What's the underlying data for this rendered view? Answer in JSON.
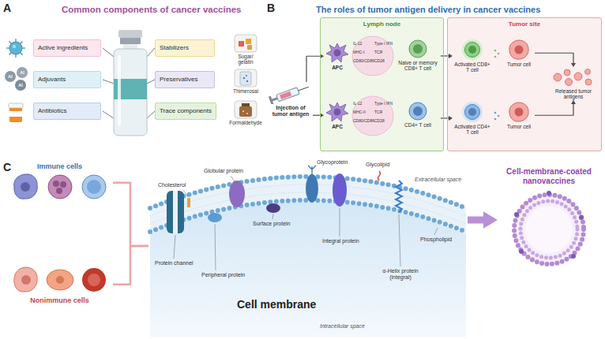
{
  "diagram": {
    "nodes": [
      {
        "text": [
          "Active ingredients"
        ]
      },
      {
        "text": [
          "Adjuvants"
        ]
      },
      {
        "text": [
          "Antibiotics"
        ]
      },
      {
        "text": [
          "Stabilizers"
        ]
      },
      {
        "text": [
          "Preservatives"
        ]
      },
      {
        "text": [
          "Trace components"
        ]
      },
      {
        "text": [
          "Lymph node"
        ]
      },
      {
        "text": [
          "APC"
        ],
        "in": 6
      },
      {
        "text": [
          "Naive or memory CD8+ T cell"
        ],
        "in": 6
      },
      {
        "text": [
          "APC"
        ],
        "in": 6
      },
      {
        "text": [
          "CD4+ T cell"
        ],
        "in": 6
      },
      {
        "text": [
          "Tumor site"
        ]
      },
      {
        "text": [
          "Activated CD8+ T cell"
        ],
        "in": 11
      },
      {
        "text": [
          "Tumor cell"
        ],
        "in": 11
      },
      {
        "text": [
          "Activated CD4+ T cell"
        ],
        "in": 11
      },
      {
        "text": [
          "Tumor cell"
        ],
        "in": 11
      },
      {
        "text": [
          "Released tumor antigens"
        ],
        "in": 11
      },
      {
        "text": [
          "Injection of tumor antigen"
        ]
      },
      {
        "text": [
          "Immune cells"
        ]
      },
      {
        "text": [
          "Nonimmune cells"
        ]
      },
      {
        "text": [
          "Cell membrane"
        ]
      },
      {
        "text": [
          "Cell-membrane-coated nanovaccines"
        ]
      }
    ],
    "edges": [
      {
        "from": 17,
        "to": 7,
        "arrow": "to"
      },
      {
        "from": 17,
        "to": 9,
        "arrow": "to"
      },
      {
        "from": 8,
        "to": 12,
        "arrow": "to"
      },
      {
        "from": 10,
        "to": 14,
        "arrow": "to"
      },
      {
        "from": 13,
        "to": 16,
        "arrow": "to"
      },
      {
        "from": 15,
        "to": 16,
        "arrow": "to"
      },
      {
        "from": 18,
        "to": 20,
        "arrow": "none"
      },
      {
        "from": 19,
        "to": 20,
        "arrow": "none"
      },
      {
        "from": 20,
        "to": 21,
        "arrow": "to"
      }
    ],
    "labels": [
      "A",
      "Common components of cancer vaccines",
      "Sugar/ gelatin",
      "Thimerosal",
      "Formaldehyde",
      "Al",
      "Al",
      "Al",
      "B",
      "The roles of tumor antigen delivery in cancer vaccines",
      "IL-12",
      "Type I IFN",
      "MHC-I",
      "TCR",
      "CD80/CD86",
      "CD28",
      "IL-12",
      "Type I IFN",
      "MHC-II",
      "TCR",
      "CD80/CD86",
      "CD28",
      "C",
      "Extracellular space",
      "Globular protein",
      "Glycoprotein",
      "Glycolipid",
      "Cholesterol",
      "Surface protein",
      "Integral protein",
      "Phospholipid",
      "Protein channel",
      "Peripheral protein",
      "α-Helix protein (integral)",
      "Intracellular space"
    ]
  }
}
